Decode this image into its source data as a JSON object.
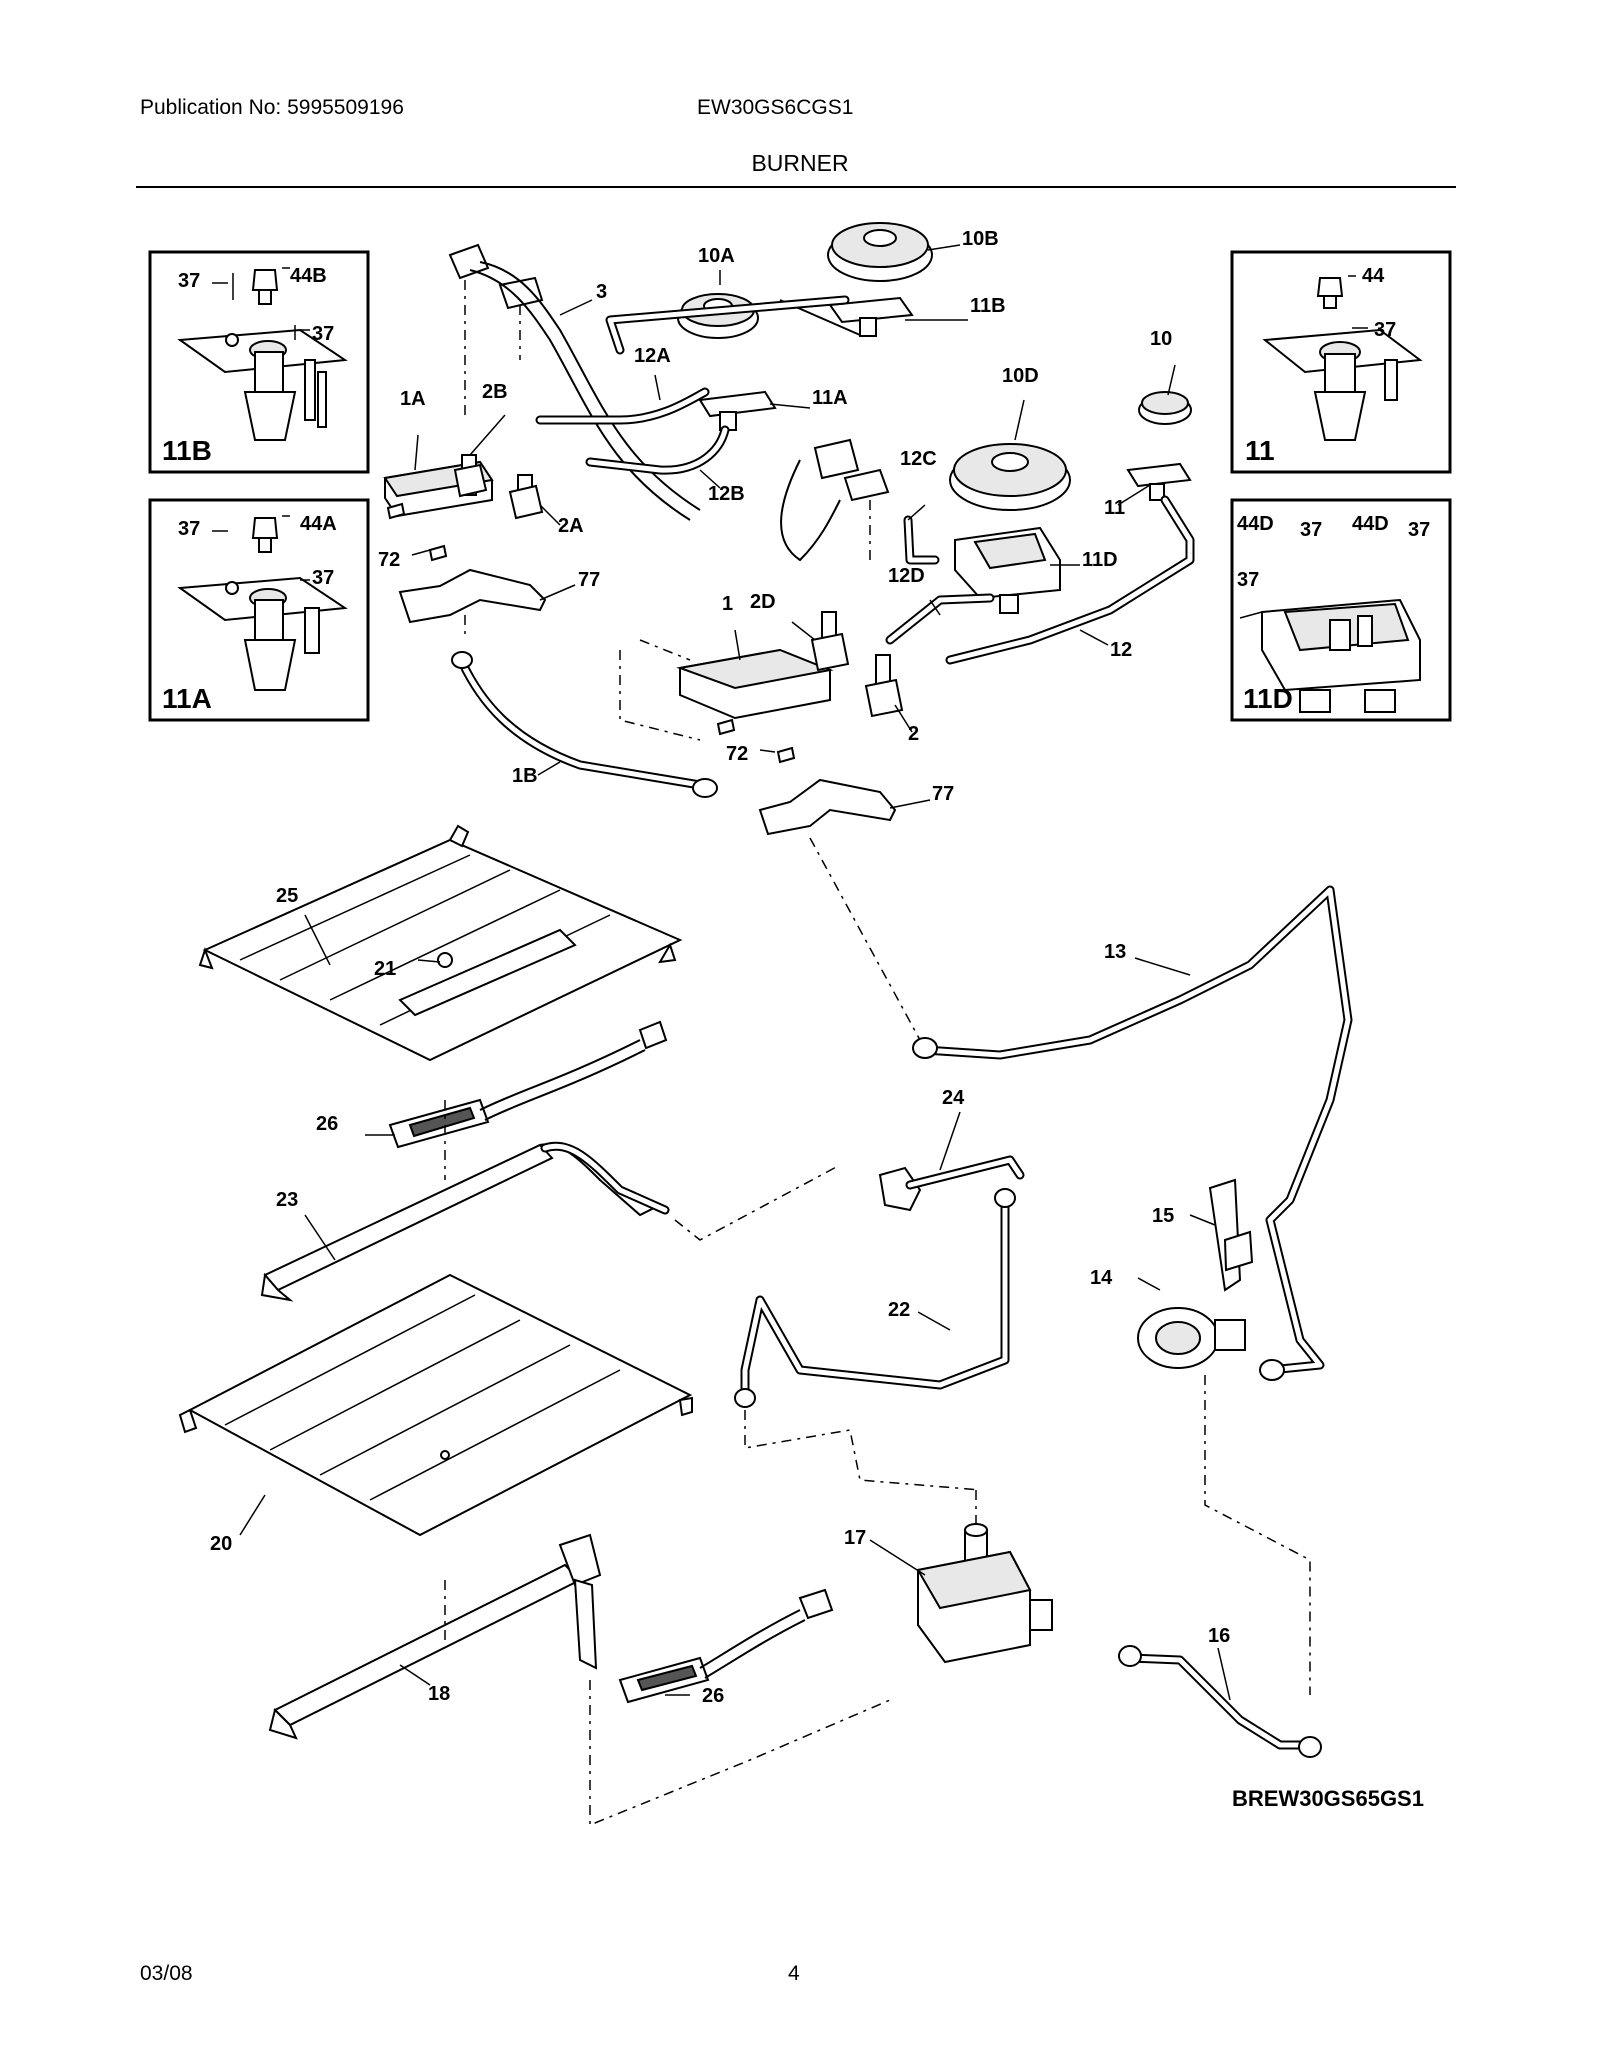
{
  "header": {
    "publication": "Publication No: 5995509196",
    "model": "EW30GS6CGS1",
    "section": "BURNER"
  },
  "footer": {
    "date": "03/08",
    "page": "4"
  },
  "diagram_code": "BREW30GS65GS1",
  "inset_titles": [
    "11B",
    "11A",
    "11",
    "11D"
  ],
  "callouts": {
    "c37a": "37",
    "c44b": "44B",
    "c37b": "37",
    "c37c": "37",
    "c44a": "44A",
    "c37d": "37",
    "c44": "44",
    "c37e": "37",
    "c44d1": "44D",
    "c37f": "37",
    "c44d2": "44D",
    "c37g": "37",
    "c37h": "37",
    "c3": "3",
    "c10a": "10A",
    "c10b": "10B",
    "c11b": "11B",
    "c12a": "12A",
    "c1a": "1A",
    "c2b": "2B",
    "c11a": "11A",
    "c10d": "10D",
    "c10": "10",
    "c12c": "12C",
    "c12b": "12B",
    "c11": "11",
    "c72a": "72",
    "c2a": "2A",
    "c77a": "77",
    "c11d": "11D",
    "c2d": "2D",
    "c12d": "12D",
    "c1": "1",
    "c12": "12",
    "c2": "2",
    "c72b": "72",
    "c1b": "1B",
    "c77b": "77",
    "c25": "25",
    "c21": "21",
    "c13": "13",
    "c26a": "26",
    "c24": "24",
    "c23": "23",
    "c15": "15",
    "c14": "14",
    "c22": "22",
    "c20": "20",
    "c17": "17",
    "c16": "16",
    "c18": "18",
    "c26b": "26"
  }
}
